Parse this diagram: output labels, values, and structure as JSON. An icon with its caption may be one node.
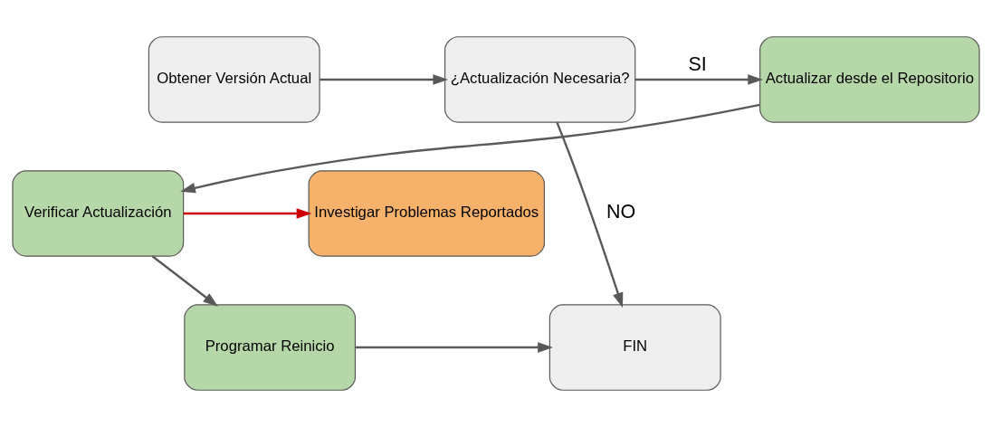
{
  "diagram": {
    "nodes": [
      {
        "text": [
          "Obtener Versión Actual"
        ]
      },
      {
        "text": [
          "¿Actualización Necesaria?"
        ]
      },
      {
        "text": [
          "Actualizar desde el Repositorio"
        ]
      },
      {
        "text": [
          "Verificar Actualización"
        ]
      },
      {
        "text": [
          "Investigar Problemas Reportados"
        ]
      },
      {
        "text": [
          "FIN"
        ]
      },
      {
        "text": [
          "Programar Reinicio"
        ]
      }
    ],
    "edges": [
      {
        "from": 0,
        "to": 1,
        "arrow": "to"
      },
      {
        "from": 1,
        "to": 2,
        "arrow": "to",
        "label": "SI"
      },
      {
        "from": 1,
        "to": 5,
        "arrow": "to",
        "label": "NO"
      },
      {
        "from": 2,
        "to": 3,
        "arrow": "to"
      },
      {
        "from": 3,
        "to": 4,
        "arrow": "to",
        "color": "#cc0000"
      },
      {
        "from": 3,
        "to": 6,
        "arrow": "to"
      },
      {
        "from": 6,
        "to": 5,
        "arrow": "to"
      }
    ]
  }
}
